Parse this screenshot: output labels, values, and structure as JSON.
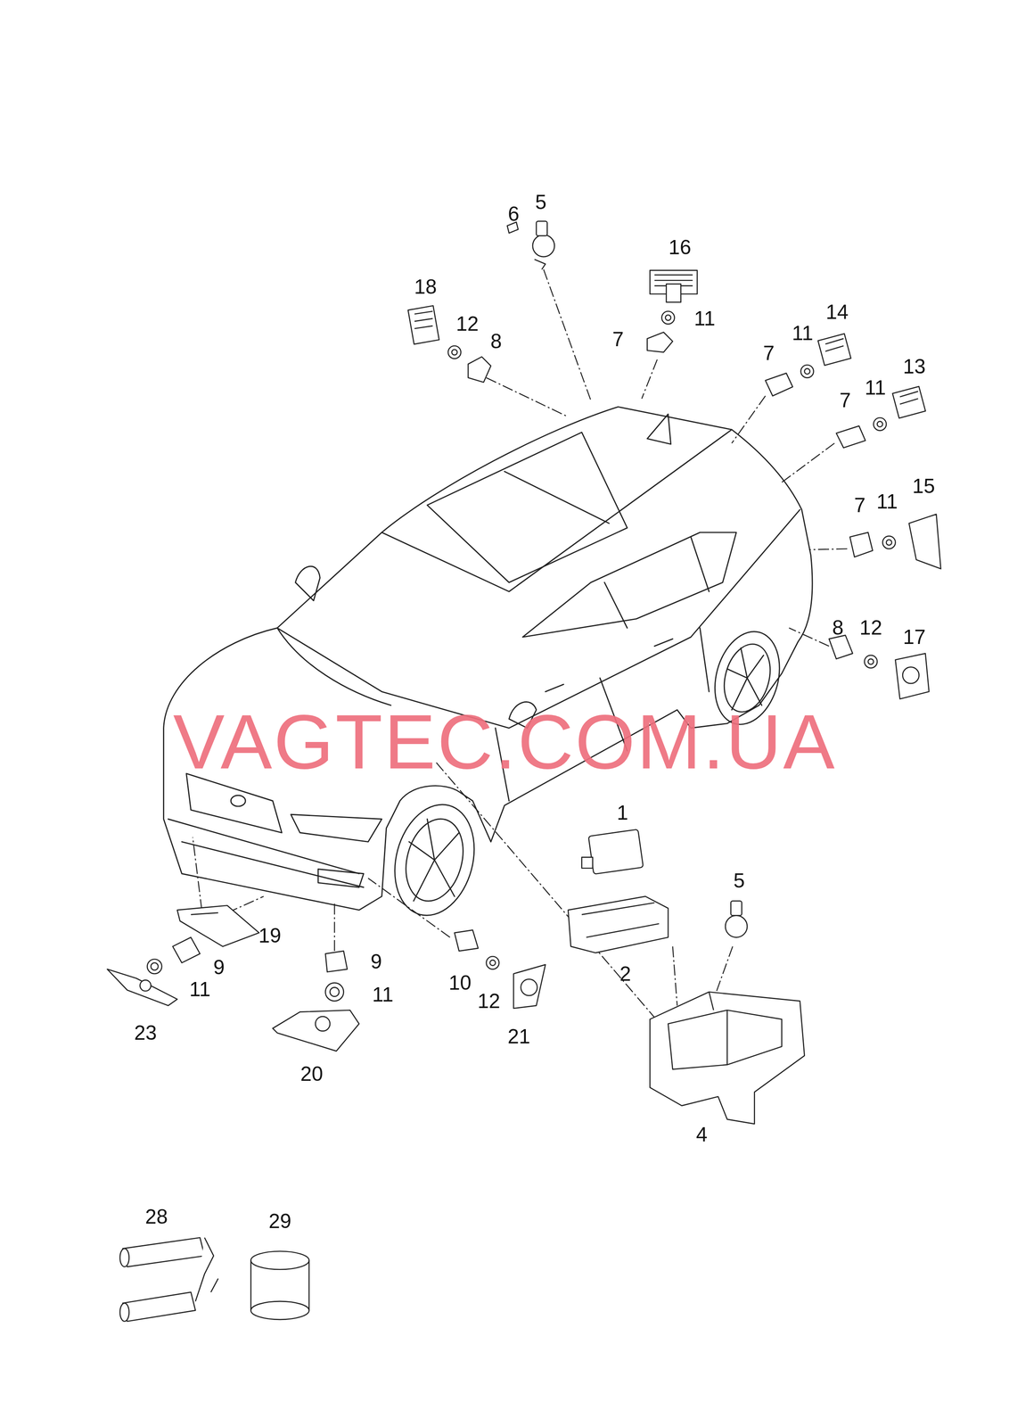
{
  "diagram": {
    "labels": [
      "6",
      "5",
      "16",
      "18",
      "12",
      "11",
      "8",
      "7",
      "14",
      "11",
      "7",
      "13",
      "11",
      "7",
      "15",
      "11",
      "7",
      "8",
      "12",
      "17",
      "1",
      "5",
      "19",
      "9",
      "9",
      "11",
      "11",
      "10",
      "12",
      "2",
      "21",
      "23",
      "20",
      "4",
      "28",
      "29",
      "VAGTEC.COM.UA"
    ]
  }
}
